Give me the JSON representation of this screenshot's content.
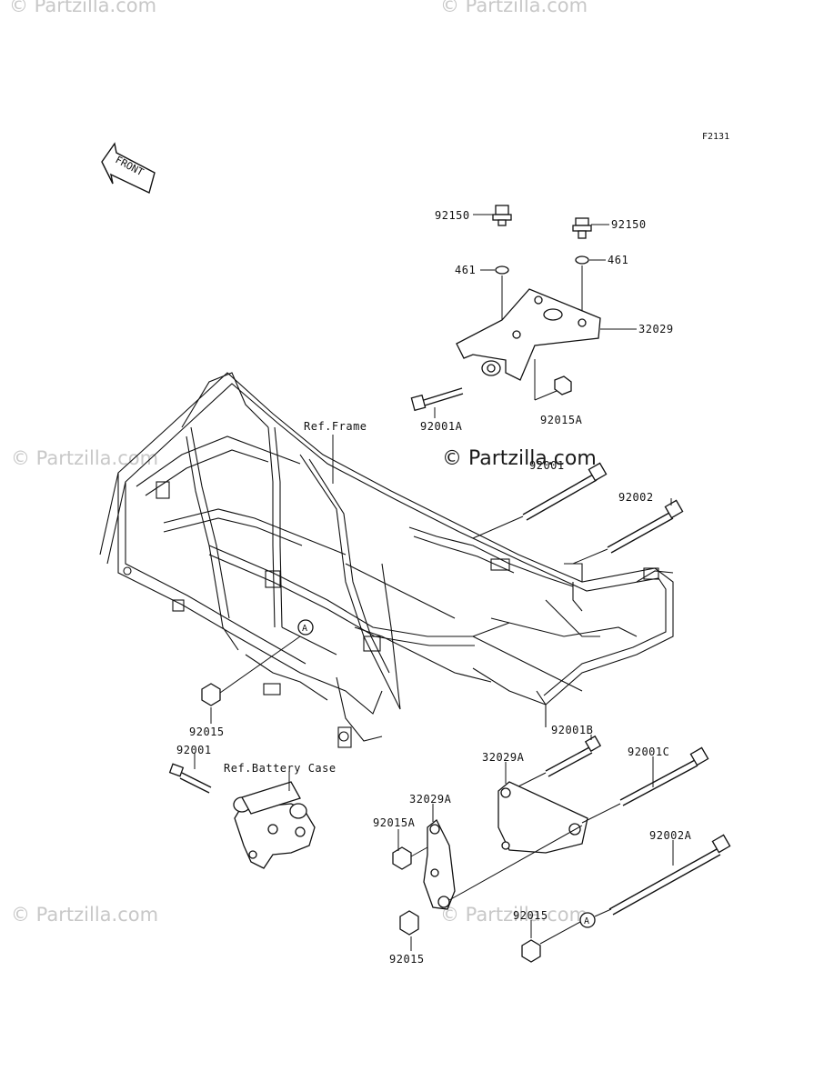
{
  "watermarks": {
    "brand": "© Partzilla.com"
  },
  "diagram": {
    "code": "F2131",
    "front_label": "FRONT",
    "circle_marker": "A",
    "labels": {
      "bolt_92150_left": "92150",
      "bolt_92150_right": "92150",
      "washer_461_left": "461",
      "washer_461_right": "461",
      "bracket_32029": "32029",
      "bolt_92001A": "92001A",
      "nut_92015A_top": "92015A",
      "ref_frame": "Ref.Frame",
      "bolt_92001_hidden": "92001",
      "bolt_92002": "92002",
      "nut_92015_left": "92015",
      "bolt_92001": "92001",
      "ref_battery_case": "Ref.Battery Case",
      "bolt_92001B": "92001B",
      "bracket_32029A_top": "32029A",
      "bolt_92001C": "92001C",
      "bracket_32029A_bottom": "32029A",
      "nut_92015A_bottom": "92015A",
      "bolt_92002A": "92002A",
      "nut_92015_bottom_right": "92015",
      "nut_92015_bottom": "92015"
    }
  }
}
